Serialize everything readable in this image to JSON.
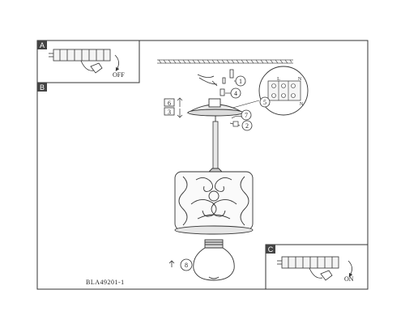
{
  "panels": {
    "a": {
      "letter": "A",
      "state": "OFF"
    },
    "b": {
      "letter": "B"
    },
    "c": {
      "letter": "C",
      "state": "ON"
    }
  },
  "callouts": {
    "n1": "1",
    "n2": "2",
    "n3": "3",
    "n4": "4",
    "n5": "5",
    "n6": "6",
    "n7": "7",
    "n8": "8"
  },
  "terminal": {
    "top_letters": [
      "L",
      "N"
    ],
    "bottom_letters": [
      "L",
      "N"
    ]
  },
  "model_code": "BLA49201-1"
}
